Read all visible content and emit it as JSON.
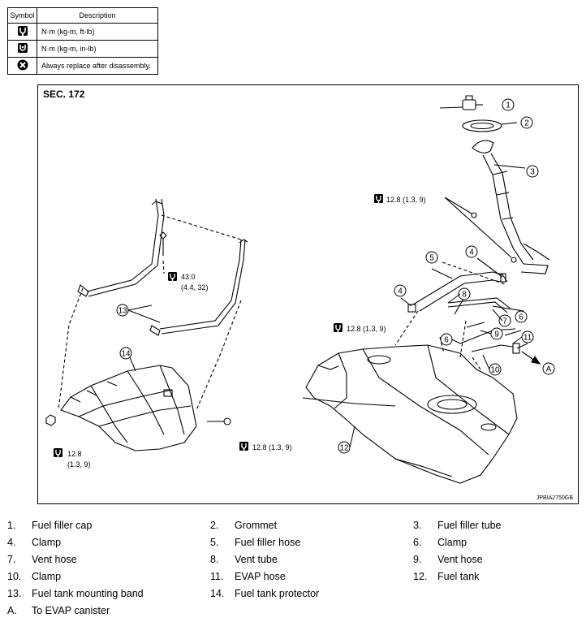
{
  "legend": {
    "header_symbol": "Symbol",
    "header_description": "Description",
    "rows": [
      {
        "icon": "torque-wrench-icon",
        "text": "N·m (kg-m, ft-lb)"
      },
      {
        "icon": "torque-wrench-inlb-icon",
        "text": "N·m (kg-m, in-lb)"
      },
      {
        "icon": "replace-x-icon",
        "text": "Always replace after disassembly."
      }
    ]
  },
  "diagram": {
    "section": "SEC. 172",
    "code": "JPBIA2750GB",
    "torques": {
      "t1": "12.8 (1.3, 9)",
      "t2a": "43.0",
      "t2b": "(4.4, 32)",
      "t3": "12.8 (1.3, 9)",
      "t4": "12.8 (1.3, 9)",
      "t5a": "12.8",
      "t5b": "(1.3, 9)"
    },
    "callouts": [
      "1",
      "2",
      "3",
      "4",
      "4",
      "5",
      "6",
      "6",
      "7",
      "8",
      "9",
      "10",
      "11",
      "12",
      "13",
      "14",
      "A"
    ]
  },
  "parts": [
    {
      "num": "1.",
      "name": "Fuel filler cap"
    },
    {
      "num": "2.",
      "name": "Grommet"
    },
    {
      "num": "3.",
      "name": "Fuel filler tube"
    },
    {
      "num": "4.",
      "name": "Clamp"
    },
    {
      "num": "5.",
      "name": "Fuel filler hose"
    },
    {
      "num": "6.",
      "name": "Clamp"
    },
    {
      "num": "7.",
      "name": "Vent hose"
    },
    {
      "num": "8.",
      "name": "Vent tube"
    },
    {
      "num": "9.",
      "name": "Vent hose"
    },
    {
      "num": "10.",
      "name": "Clamp"
    },
    {
      "num": "11.",
      "name": "EVAP hose"
    },
    {
      "num": "12.",
      "name": "Fuel tank"
    },
    {
      "num": "13.",
      "name": "Fuel tank mounting band"
    },
    {
      "num": "14.",
      "name": "Fuel tank protector"
    },
    {
      "num": "A.",
      "name": "To EVAP canister"
    }
  ]
}
